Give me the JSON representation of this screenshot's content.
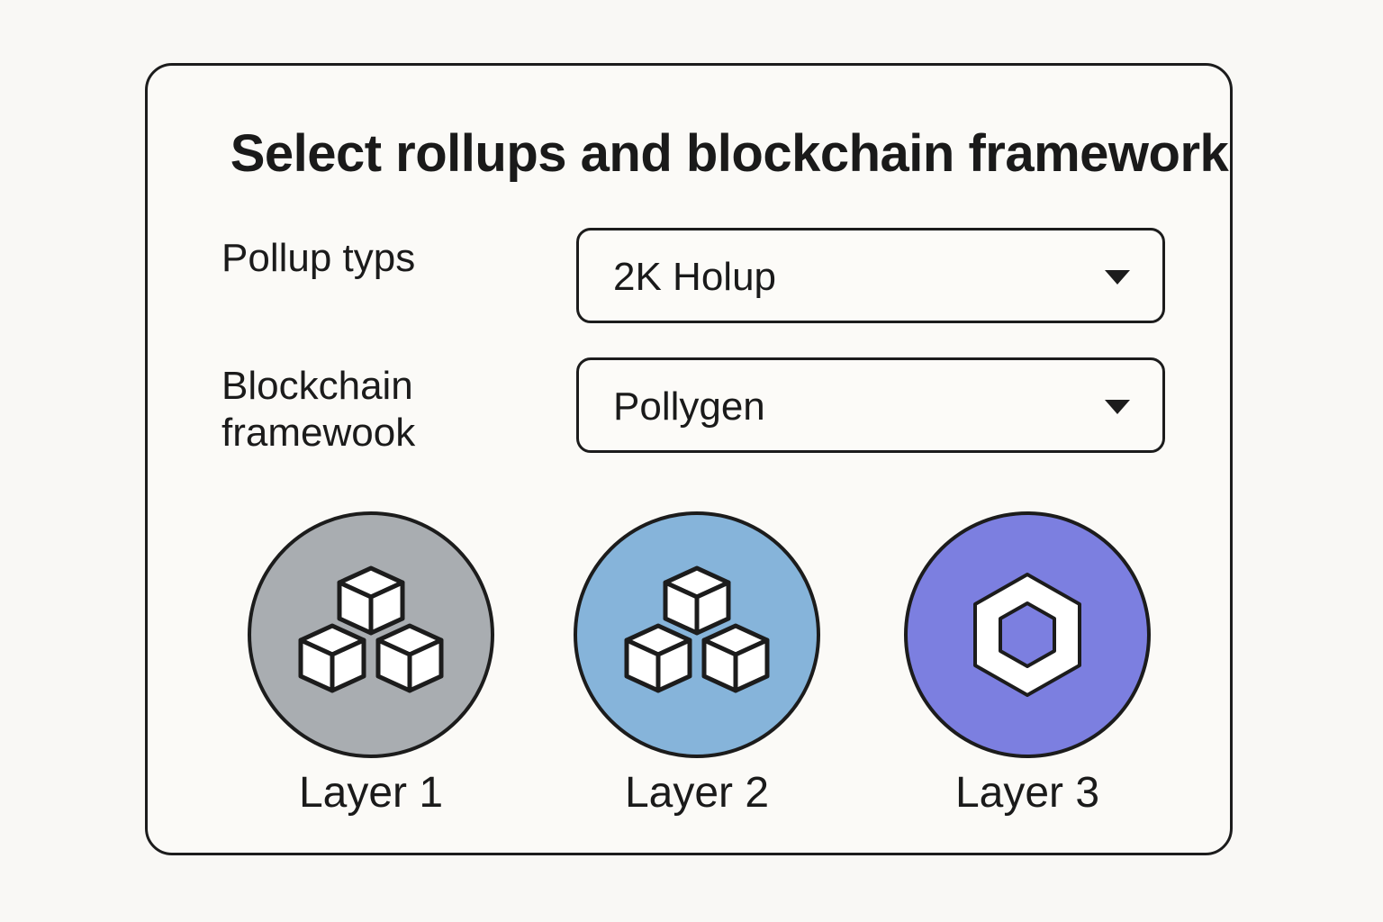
{
  "dialog": {
    "title": "Select rollups and blockchain framework"
  },
  "form": {
    "rollup_type": {
      "label": "Pollup typs",
      "value": "2K Holup"
    },
    "framework": {
      "label": "Blockchain framewook",
      "value": "Pollygen"
    }
  },
  "layers": [
    {
      "label": "Layer 1",
      "icon": "cubes-icon",
      "color": "#a9adb1"
    },
    {
      "label": "Layer 2",
      "icon": "cubes-icon",
      "color": "#86b4da"
    },
    {
      "label": "Layer 3",
      "icon": "hexagon-icon",
      "color": "#7c7fe0"
    }
  ],
  "colors": {
    "border": "#1c1c1c",
    "background": "#f9f8f5"
  }
}
